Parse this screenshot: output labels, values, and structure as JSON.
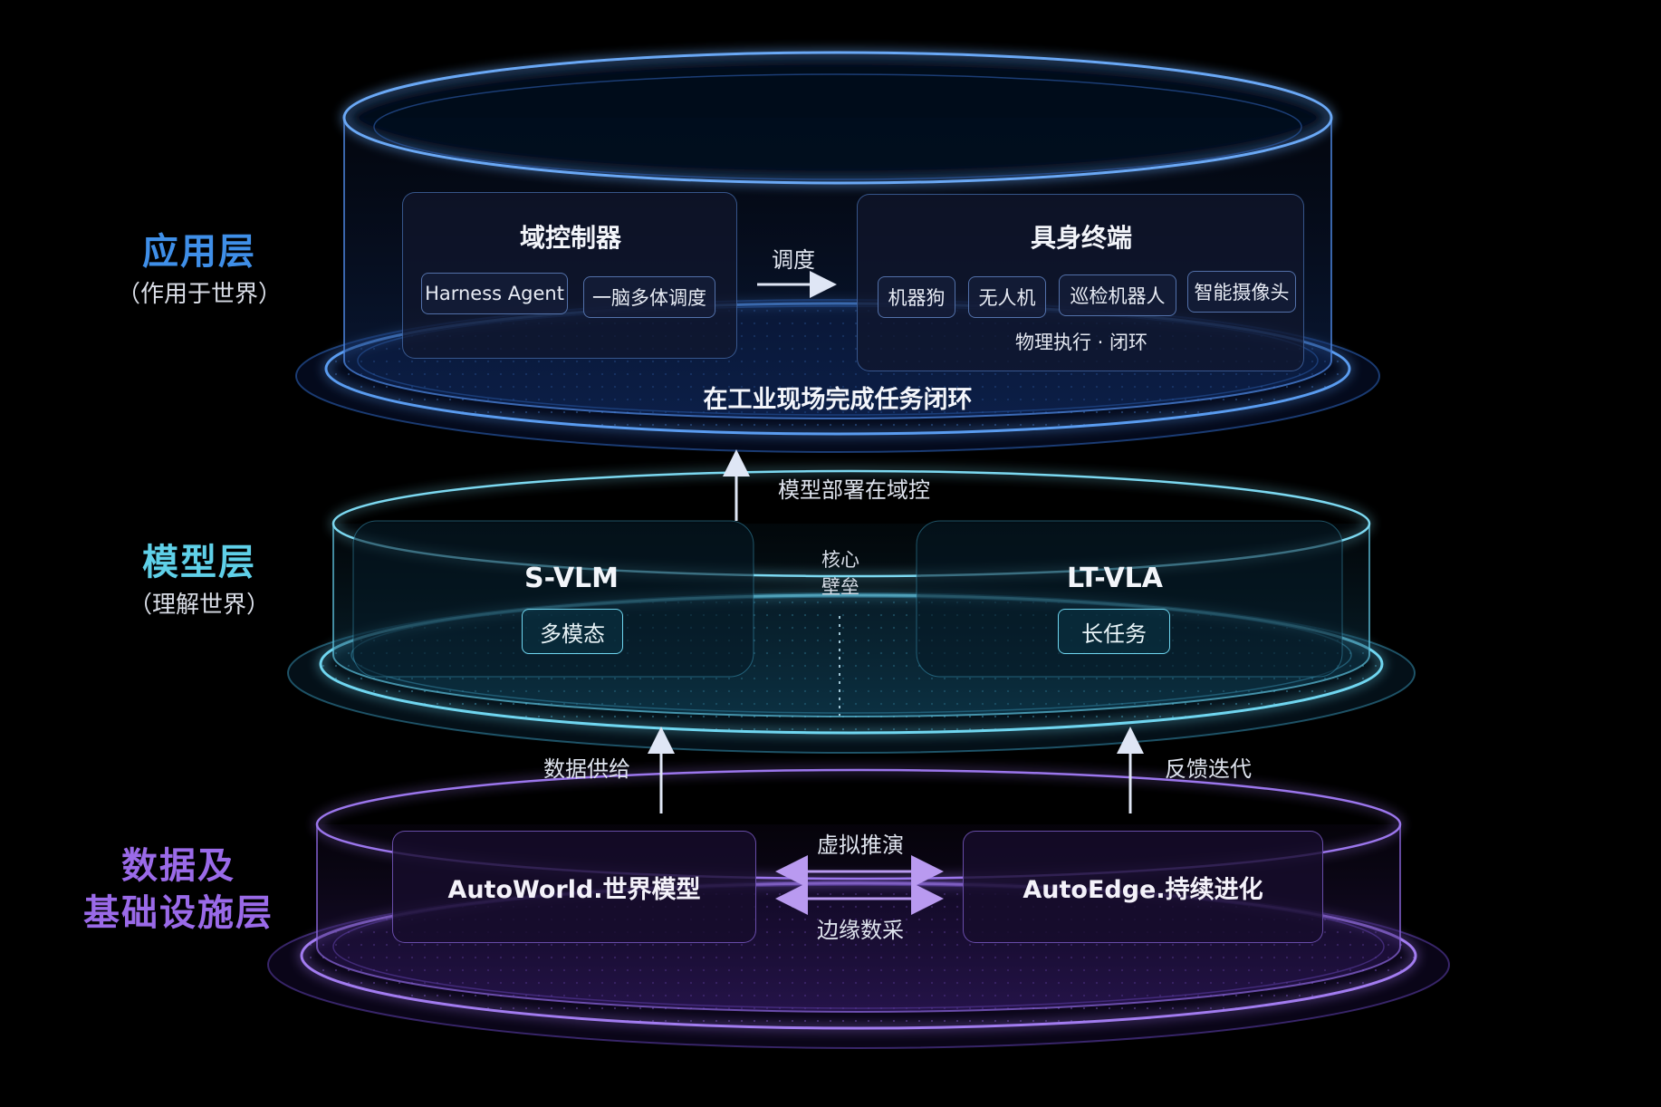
{
  "colors": {
    "background": "#000000",
    "application_accent": "#3f8fe8",
    "model_accent": "#5fd0e8",
    "infra_accent": "#9a6ae8"
  },
  "layers": {
    "application": {
      "title": "应用层",
      "subtitle": "（作用于世界）",
      "domain_controller": {
        "title": "域控制器",
        "chips": [
          "Harness Agent",
          "一脑多体调度"
        ]
      },
      "dispatch_label": "调度",
      "embodied_terminal": {
        "title": "具身终端",
        "chips": [
          "机器狗",
          "无人机",
          "巡检机器人",
          "智能摄像头"
        ],
        "caption": "物理执行 · 闭环"
      },
      "rim_label": "在工业现场完成任务闭环"
    },
    "model": {
      "title": "模型层",
      "subtitle": "（理解世界）",
      "deploy_label": "模型部署在域控",
      "left": {
        "title": "S-VLM",
        "tag": "多模态"
      },
      "center_label_line1": "核心",
      "center_label_line2": "壁垒",
      "right": {
        "title": "LT-VLA",
        "tag": "长任务"
      }
    },
    "infra": {
      "title_line1": "数据及",
      "title_line2": "基础设施层",
      "supply_label": "数据供给",
      "feedback_label": "反馈迭代",
      "left_box": "AutoWorld.世界模型",
      "right_box": "AutoEdge.持续进化",
      "arrow_top_label": "虚拟推演",
      "arrow_bottom_label": "边缘数采"
    }
  }
}
